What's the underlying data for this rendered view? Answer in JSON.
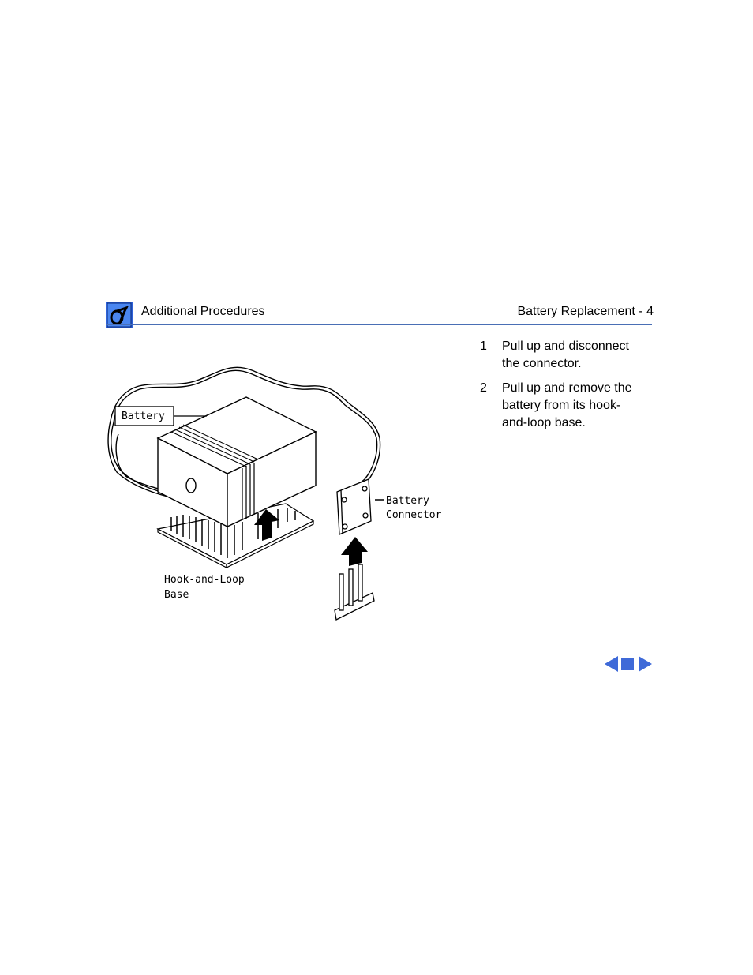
{
  "header": {
    "section_title": "Additional Procedures",
    "page_title": "Battery Replacement  -  4",
    "logo_icon": "apple-service-logo-icon"
  },
  "steps": [
    {
      "number": "1",
      "text": "Pull up and disconnect the connector."
    },
    {
      "number": "2",
      "text": "Pull up and remove the battery from its hook-and-loop base."
    }
  ],
  "illustration": {
    "labels": {
      "battery": "Battery",
      "battery_connector_line1": "Battery",
      "battery_connector_line2": "Connector",
      "base_line1": "Hook-and-Loop",
      "base_line2": "Base"
    }
  },
  "navigation": {
    "prev_icon": "left-arrow-icon",
    "stop_icon": "square-stop-icon",
    "next_icon": "right-arrow-icon",
    "accent_color": "#3f6ad8"
  },
  "colors": {
    "rule": "#4a6fb5",
    "logo_blue": "#2f62d9"
  }
}
